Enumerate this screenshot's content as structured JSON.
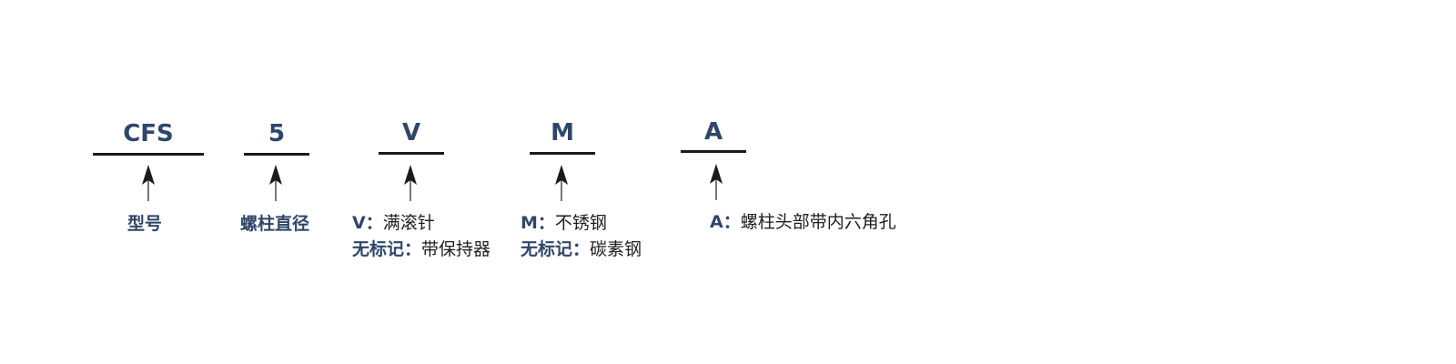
{
  "colors": {
    "code": "#2f4668",
    "line": "#1f1a1a",
    "text": "#1e1e1e"
  },
  "segments": [
    {
      "code": "CFS",
      "label": "型号"
    },
    {
      "code": "5",
      "label": "螺柱直径"
    },
    {
      "code": "V",
      "options": [
        {
          "key": "V：",
          "value": "满滚针"
        },
        {
          "key": "无标记：",
          "value": "带保持器"
        }
      ]
    },
    {
      "code": "M",
      "options": [
        {
          "key": "M：",
          "value": "不锈钢"
        },
        {
          "key": "无标记：",
          "value": "碳素钢"
        }
      ]
    },
    {
      "code": "A",
      "options": [
        {
          "key": "A：",
          "value": "螺柱头部带内六角孔"
        }
      ]
    }
  ]
}
